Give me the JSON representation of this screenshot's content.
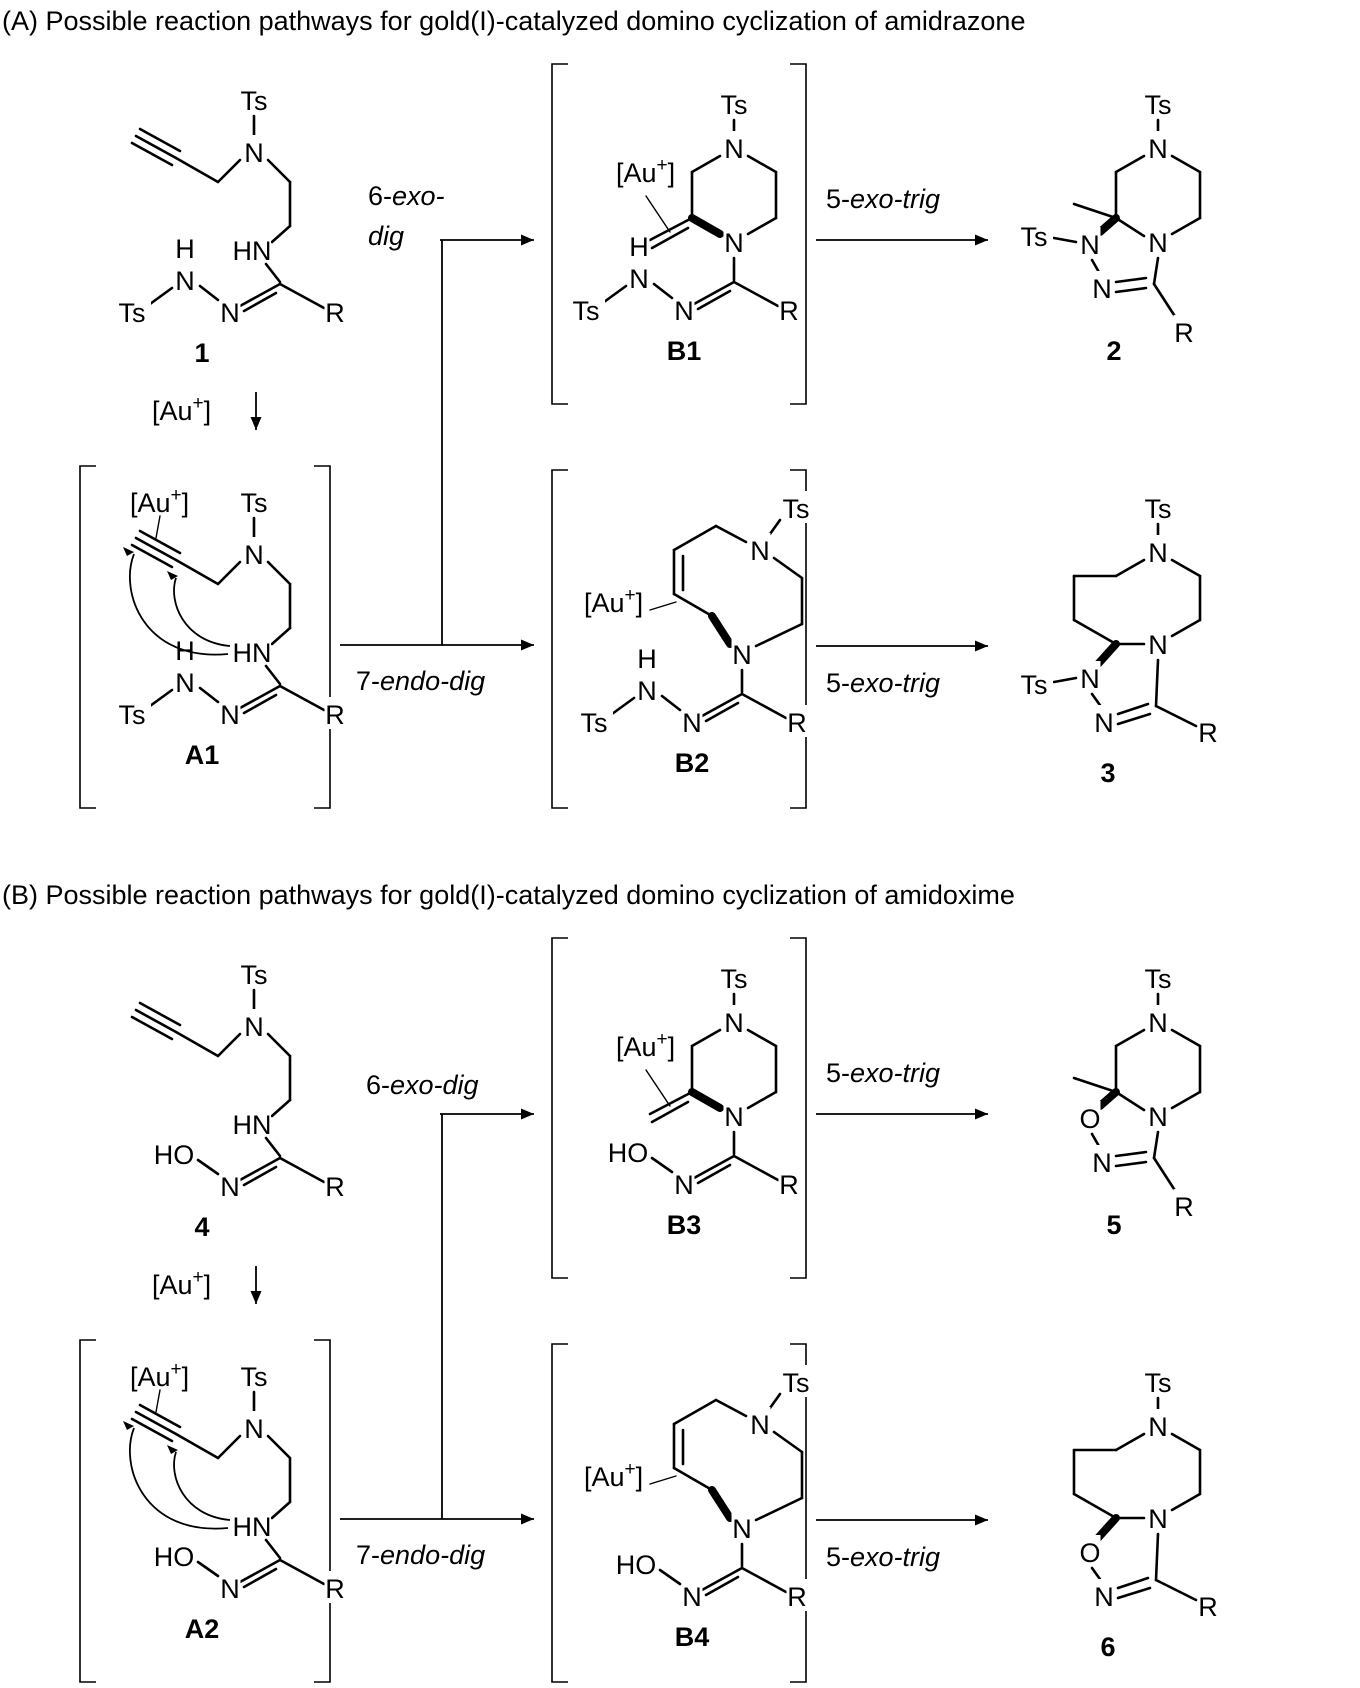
{
  "panels": [
    {
      "id": "A",
      "header": "(A) Possible reaction pathways for gold(I)-catalyzed domino cyclization of amidrazone",
      "compounds": {
        "start": "1",
        "complex": "A1",
        "inter_exo": "B1",
        "inter_endo": "B2",
        "prod_exo": "2",
        "prod_endo": "3"
      },
      "catalyst": "[Au",
      "catalyst_sup": "+",
      "steps": {
        "exo_dig": {
          "pre": "6-",
          "it": "exo-",
          "it2": "dig",
          "layout": "two-line"
        },
        "endo_dig": {
          "pre": "7-",
          "it": "endo-dig"
        },
        "exo_trig": {
          "pre": "5-",
          "it": "exo-trig"
        }
      }
    },
    {
      "id": "B",
      "header": "(B) Possible reaction pathways for gold(I)-catalyzed domino cyclization of amidoxime",
      "compounds": {
        "start": "4",
        "complex": "A2",
        "inter_exo": "B3",
        "inter_endo": "B4",
        "prod_exo": "5",
        "prod_endo": "6"
      },
      "catalyst": "[Au",
      "catalyst_sup": "+",
      "steps": {
        "exo_dig": {
          "pre": "6-",
          "it": "exo-dig"
        },
        "endo_dig": {
          "pre": "7-",
          "it": "endo-dig"
        },
        "exo_trig": {
          "pre": "5-",
          "it": "exo-trig"
        }
      }
    }
  ],
  "atoms": {
    "ts": "Ts",
    "n": "N",
    "h": "H",
    "hn": "HN",
    "r": "R",
    "o": "O",
    "ho": "HO"
  }
}
